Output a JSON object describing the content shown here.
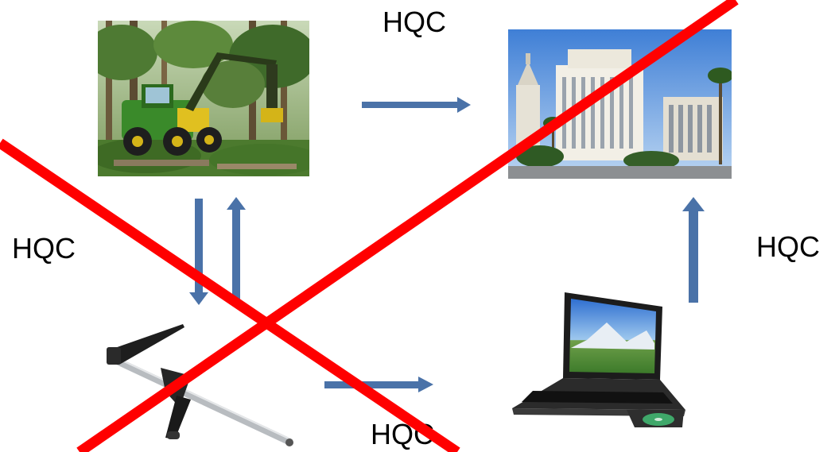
{
  "labels": {
    "top": "HQC",
    "left": "HQC",
    "right": "HQC",
    "bottom": "HQC"
  },
  "colors": {
    "arrow": "#4a72a8",
    "cross": "#ff0000",
    "text": "#000000"
  },
  "images": {
    "harvester": "forest-harvester-photo",
    "building": "government-building-photo",
    "caliper": "tree-caliper-photo",
    "laptop": "laptop-computer-photo"
  }
}
